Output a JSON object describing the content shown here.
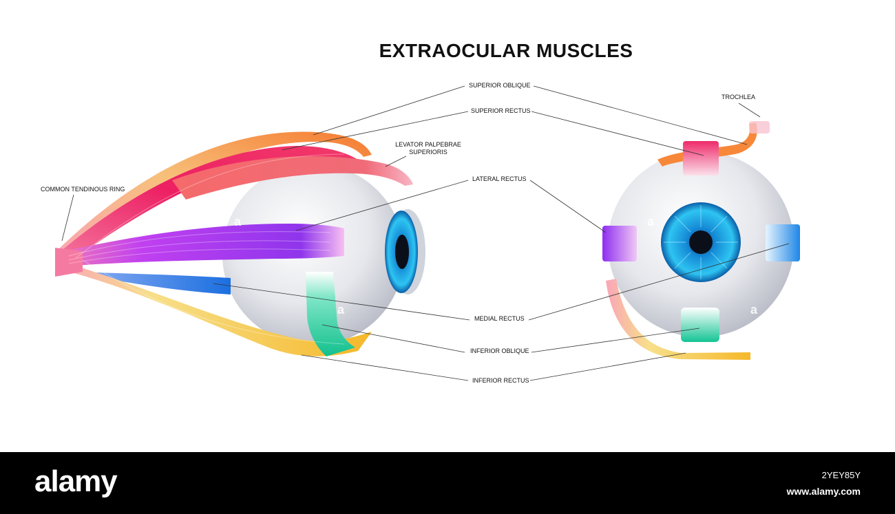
{
  "title": "EXTRAOCULAR MUSCLES",
  "labels": {
    "superior_oblique": "SUPERIOR  OBLIQUE",
    "superior_rectus": "SUPERIOR RECTUS",
    "levator_line1": "LEVATOR PALPEBRAE",
    "levator_line2": "SUPERIORIS",
    "lateral_rectus": "LATERAL RECTUS",
    "common_tendinous_ring": "COMMON TENDINOUS RING",
    "trochlea": "TROCHLEA",
    "medial_rectus": "MEDIAL RECTUS",
    "inferior_oblique": "INFERIOR OBLIQUE",
    "inferior_rectus": "INFERIOR RECTUS"
  },
  "footer": {
    "brand": "alamy",
    "image_id": "2YEY85Y",
    "website": "www.alamy.com",
    "watermark": "a"
  },
  "colors": {
    "superior_oblique": "#f7883a",
    "superior_rectus": "#ee2a6a",
    "lateral_rectus": "#9b3cf0",
    "medial_rectus": "#1f7fe0",
    "inferior_oblique": "#18c49a",
    "inferior_rectus": "#f5b92a",
    "tendinous_ring": "#f57aa2",
    "iris": "#1ea7e8",
    "sclera": "#d9dbe2",
    "footer_bg": "#000000"
  }
}
